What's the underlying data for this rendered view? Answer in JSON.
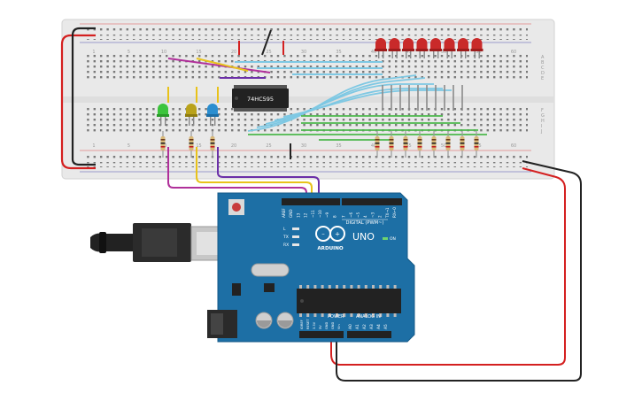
{
  "breadboard": {
    "column_labels": [
      "1",
      "5",
      "10",
      "15",
      "20",
      "25",
      "30",
      "35",
      "40",
      "45",
      "50",
      "55",
      "60"
    ],
    "row_labels_top": [
      "A",
      "B",
      "C",
      "D",
      "E"
    ],
    "row_labels_bottom": [
      "F",
      "G",
      "H",
      "I",
      "J"
    ]
  },
  "ic": {
    "label": "74HC595"
  },
  "leds": {
    "count_red": 8,
    "indicators": [
      "green",
      "yellow",
      "blue"
    ]
  },
  "arduino": {
    "model": "UNO",
    "brand": "ARDUINO",
    "digital_header": "DIGITAL (PWM~)",
    "power_header": "POWER",
    "analog_header": "ANALOG IN",
    "top_pin_labels": [
      "AREF",
      "GND",
      "13",
      "12",
      "~11",
      "~10",
      "~9",
      "8",
      "7",
      "~6",
      "~5",
      "4",
      "~3",
      "2",
      "TX→1",
      "RX←0"
    ],
    "power_pin_labels": [
      "IOREF",
      "RESET",
      "3.3V",
      "5V",
      "GND",
      "GND",
      "Vin"
    ],
    "analog_pin_labels": [
      "A0",
      "A1",
      "A2",
      "A3",
      "A4",
      "A5"
    ],
    "led_labels": [
      "L",
      "TX",
      "RX"
    ],
    "on_label": "ON"
  },
  "colors": {
    "board_blue": "#1d6fa5",
    "breadboard": "#e8e8e8",
    "wire_red": "#d42020",
    "wire_black": "#222222",
    "wire_magenta": "#b0309a",
    "wire_yellow": "#e8c21a",
    "wire_purple": "#6b2fa8",
    "wire_cyan": "#7ec8e3",
    "wire_green": "#4cb84c"
  }
}
